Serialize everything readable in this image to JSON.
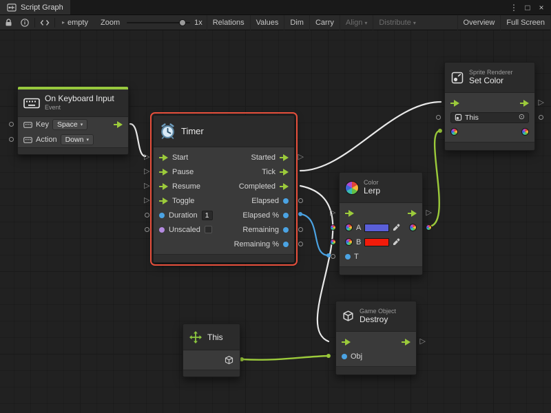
{
  "glyphs": {
    "caret_down": "▾",
    "menu": "⋮",
    "maximize": "□",
    "close": "×",
    "port_triangle": "▷",
    "target_dot": "⊙",
    "crumb_arrow": "▸"
  },
  "colors": {
    "accent_green": "#9ccb3b",
    "port_blue": "#4ba3e3",
    "port_purple": "#b48ae0",
    "selection_red": "#e8503c",
    "wire_white": "#e9e9e9",
    "wire_blue": "#4ba3e3",
    "wire_green": "#9ccb3b",
    "event_strip_green": "#97c83e",
    "swatch_a": "#5a5fd8",
    "swatch_b": "#f21b0a"
  },
  "window": {
    "tab_title": "Script Graph"
  },
  "toolbar": {
    "graph_label": "empty",
    "zoom_label": "Zoom",
    "zoom_value": "1x",
    "relations": "Relations",
    "values": "Values",
    "dim": "Dim",
    "carry": "Carry",
    "align": "Align",
    "distribute": "Distribute",
    "overview": "Overview",
    "fullscreen": "Full Screen"
  },
  "nodes": {
    "keyboard": {
      "title": "On Keyboard Input",
      "subtitle": "Event",
      "key_label": "Key",
      "key_value": "Space",
      "action_label": "Action",
      "action_value": "Down"
    },
    "timer": {
      "title": "Timer",
      "inputs": [
        "Start",
        "Pause",
        "Resume",
        "Toggle"
      ],
      "duration_label": "Duration",
      "duration_value": "1",
      "unscaled_label": "Unscaled",
      "outputs": [
        "Started",
        "Tick",
        "Completed",
        "Elapsed",
        "Elapsed %",
        "Remaining",
        "Remaining %"
      ]
    },
    "lerp": {
      "category": "Color",
      "title": "Lerp",
      "a_label": "A",
      "b_label": "B",
      "t_label": "T"
    },
    "set_color": {
      "category": "Sprite Renderer",
      "title": "Set Color",
      "target_value": "This"
    },
    "this_node": {
      "title": "This"
    },
    "destroy": {
      "category": "Game Object",
      "title": "Destroy",
      "obj_label": "Obj"
    }
  }
}
